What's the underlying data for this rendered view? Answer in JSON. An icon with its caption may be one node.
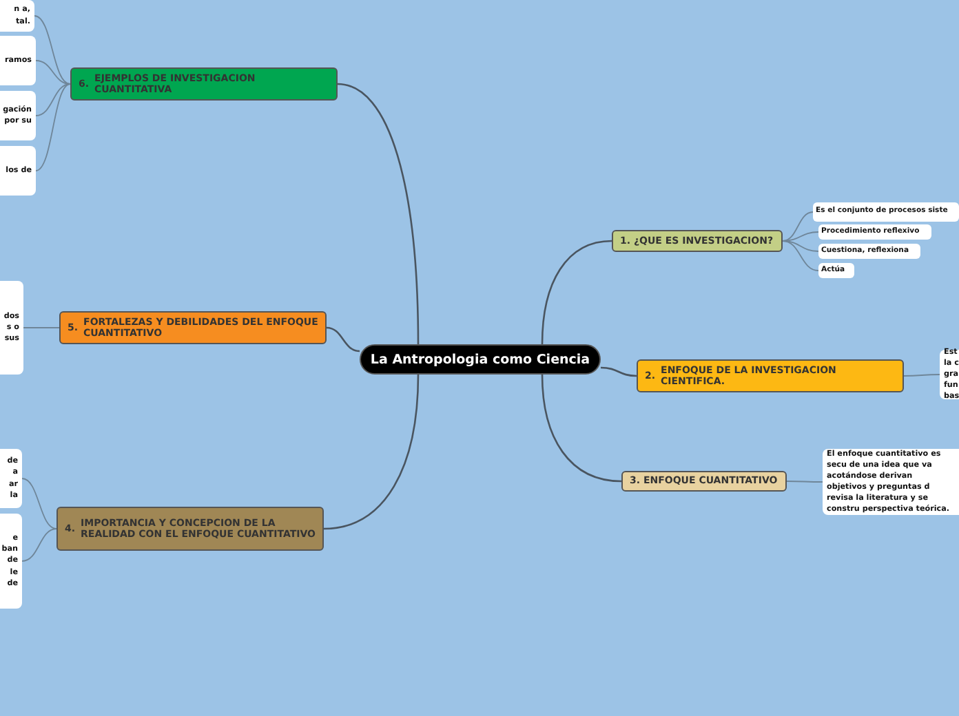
{
  "diagram": {
    "nodes": [
      {
        "text": [
          "La Antropologia como Ciencia"
        ]
      },
      {
        "text": [
          "1. ¿QUE ES INVESTIGACION?"
        ]
      },
      {
        "text": [
          "Es el conjunto de procesos siste"
        ]
      },
      {
        "text": [
          "Procedimiento reflexivo"
        ]
      },
      {
        "text": [
          "Cuestiona, reflexiona"
        ]
      },
      {
        "text": [
          "Actúa"
        ]
      },
      {
        "text": [
          "2.",
          "ENFOQUE DE LA INVESTIGACION CIENTIFICA."
        ]
      },
      {
        "text": [
          "Est la c gra fun bas"
        ]
      },
      {
        "text": [
          "3. ENFOQUE CUANTITATIVO"
        ]
      },
      {
        "text": [
          "El enfoque cuantitativo es secu de una idea que va acotándose derivan objetivos y preguntas d revisa la literatura y se constru perspectiva teórica."
        ]
      },
      {
        "text": [
          "4.",
          "IMPORTANCIA Y CONCEPCION DE LA REALIDAD CON EL ENFOQUE CUANTITATIVO"
        ]
      },
      {
        "text": [
          "de a ar la"
        ]
      },
      {
        "text": [
          "e ban de le de"
        ]
      },
      {
        "text": [
          "5.",
          "FORTALEZAS Y DEBILIDADES DEL ENFOQUE CUANTITATIVO"
        ]
      },
      {
        "text": [
          "dos s o sus"
        ]
      },
      {
        "text": [
          "6.",
          "EJEMPLOS DE INVESTIGACION CUANTITATIVA"
        ]
      },
      {
        "text": [
          "n a, tal."
        ]
      },
      {
        "text": [
          "ramos"
        ]
      },
      {
        "text": [
          "gación por su"
        ]
      },
      {
        "text": [
          "los de"
        ]
      }
    ],
    "edges": [
      {
        "from": 0,
        "to": 1,
        "arrow": "none"
      },
      {
        "from": 1,
        "to": 2,
        "arrow": "none"
      },
      {
        "from": 1,
        "to": 3,
        "arrow": "none"
      },
      {
        "from": 1,
        "to": 4,
        "arrow": "none"
      },
      {
        "from": 1,
        "to": 5,
        "arrow": "none"
      },
      {
        "from": 0,
        "to": 6,
        "arrow": "none"
      },
      {
        "from": 6,
        "to": 7,
        "arrow": "none"
      },
      {
        "from": 0,
        "to": 8,
        "arrow": "none"
      },
      {
        "from": 8,
        "to": 9,
        "arrow": "none"
      },
      {
        "from": 0,
        "to": 10,
        "arrow": "none"
      },
      {
        "from": 10,
        "to": 11,
        "arrow": "none"
      },
      {
        "from": 10,
        "to": 12,
        "arrow": "none"
      },
      {
        "from": 0,
        "to": 13,
        "arrow": "none"
      },
      {
        "from": 13,
        "to": 14,
        "arrow": "none"
      },
      {
        "from": 0,
        "to": 15,
        "arrow": "none"
      },
      {
        "from": 15,
        "to": 16,
        "arrow": "none"
      },
      {
        "from": 15,
        "to": 17,
        "arrow": "none"
      },
      {
        "from": 15,
        "to": 18,
        "arrow": "none"
      },
      {
        "from": 15,
        "to": 19,
        "arrow": "none"
      }
    ]
  }
}
